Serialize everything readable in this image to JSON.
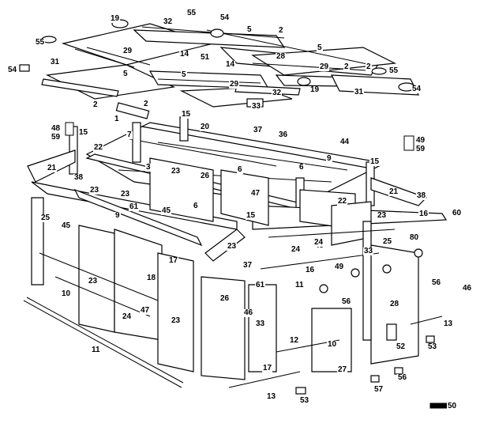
{
  "diagram": {
    "labels": [
      "19",
      "32",
      "55",
      "54",
      "5",
      "2",
      "55",
      "54",
      "31",
      "29",
      "5",
      "2",
      "14",
      "51",
      "14",
      "28",
      "5",
      "29",
      "2",
      "55",
      "54",
      "5",
      "29",
      "2",
      "33",
      "32",
      "19",
      "31",
      "48",
      "59",
      "15",
      "1",
      "2",
      "15",
      "20",
      "37",
      "36",
      "7",
      "22",
      "21",
      "3",
      "23",
      "26",
      "6",
      "6",
      "9",
      "44",
      "15",
      "49",
      "59",
      "38",
      "23",
      "23",
      "61",
      "45",
      "6",
      "47",
      "22",
      "21",
      "38",
      "25",
      "45",
      "9",
      "15",
      "23",
      "16",
      "60",
      "23",
      "24",
      "49",
      "33",
      "25",
      "37",
      "61",
      "16",
      "24",
      "49",
      "56",
      "46",
      "80",
      "28",
      "11",
      "56",
      "10",
      "23",
      "17",
      "18",
      "24",
      "47",
      "23",
      "26",
      "46",
      "33",
      "12",
      "10",
      "13",
      "53",
      "52",
      "27",
      "17",
      "57",
      "56",
      "13",
      "53",
      "11",
      "50"
    ]
  }
}
